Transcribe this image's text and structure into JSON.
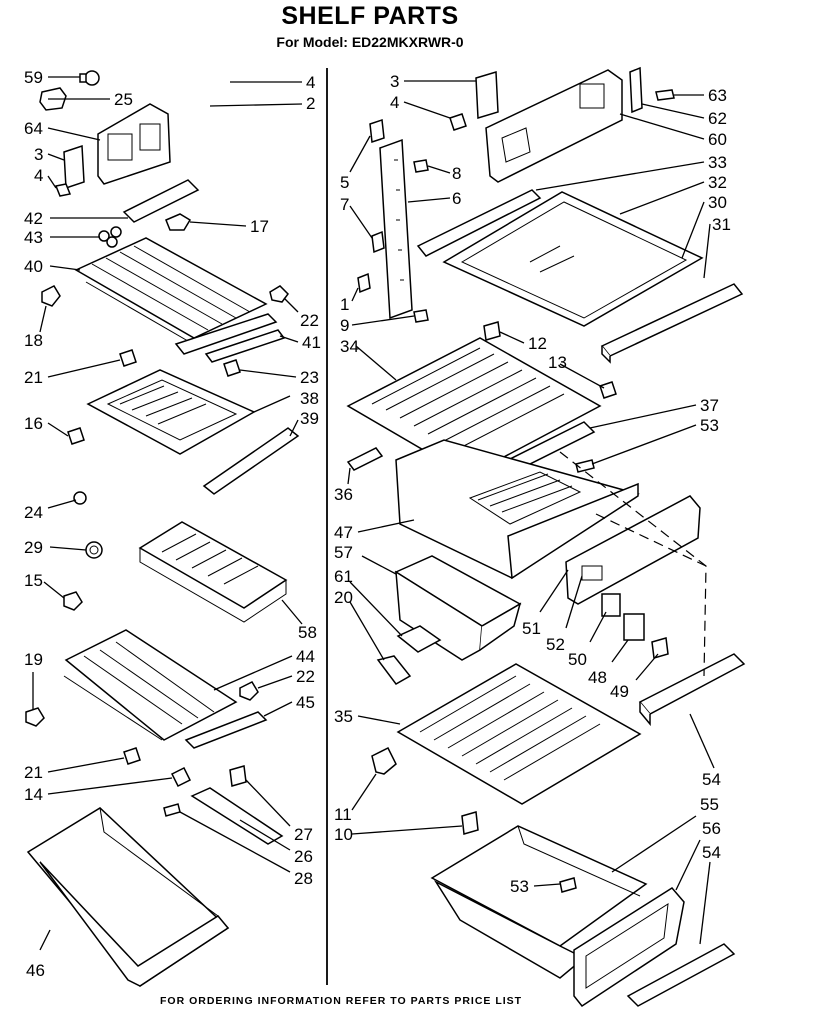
{
  "title": "SHELF PARTS",
  "subtitle": "For Model: ED22MKXRWR-0",
  "footer": "FOR ORDERING INFORMATION REFER TO PARTS PRICE LIST",
  "callouts": [
    "59",
    "25",
    "64",
    "3",
    "4",
    "42",
    "43",
    "40",
    "18",
    "21",
    "16",
    "24",
    "29",
    "15",
    "19",
    "21",
    "14",
    "46",
    "4",
    "2",
    "17",
    "22",
    "41",
    "23",
    "38",
    "39",
    "58",
    "44",
    "22",
    "45",
    "27",
    "26",
    "28",
    "3",
    "4",
    "5",
    "7",
    "1",
    "9",
    "8",
    "6",
    "63",
    "62",
    "60",
    "33",
    "32",
    "30",
    "31",
    "34",
    "12",
    "13",
    "37",
    "53",
    "36",
    "47",
    "57",
    "61",
    "20",
    "51",
    "52",
    "50",
    "48",
    "49",
    "35",
    "11",
    "10",
    "54",
    "55",
    "56",
    "54",
    "53"
  ]
}
